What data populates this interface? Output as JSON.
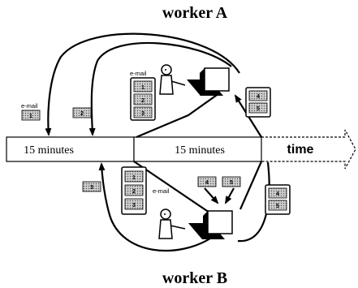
{
  "worker_a": "worker A",
  "worker_b": "worker B",
  "timeline": {
    "segment_1": "15 minutes",
    "segment_2": "15 minutes",
    "label": "time"
  },
  "email_label": "e-mail",
  "messages": {
    "m1": "1",
    "m2": "2",
    "m3": "3",
    "m4": "4",
    "m5": "5"
  }
}
